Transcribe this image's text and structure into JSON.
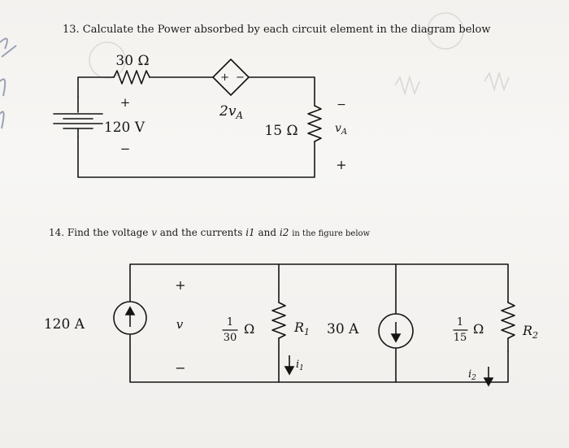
{
  "problem13": {
    "text": "13. Calculate the Power absorbed by each circuit element in the diagram below",
    "resistor_top": "30 Ω",
    "source_plus": "+",
    "source_minus": "−",
    "source_value": "120 V",
    "dependent_plus": "+",
    "dependent_minus": "−",
    "dependent_label": "2v",
    "dependent_sub": "A",
    "resistor_right": "15 Ω",
    "va_minus": "−",
    "va_plus": "+",
    "va_label": "v",
    "va_sub": "A"
  },
  "problem14": {
    "text_prefix": "14. Find the voltage",
    "text_v": "v",
    "text_mid": "and the currents",
    "text_i1": "i1",
    "text_and": "and",
    "text_i2": "i2",
    "text_suffix": "in the figure below",
    "source1_value": "120 A",
    "v_plus": "+",
    "v_label": "v",
    "v_minus": "−",
    "g1_num": "1",
    "g1_den": "30",
    "g1_unit": "Ω",
    "r1_label": "R",
    "r1_sub": "1",
    "source2_value": "30 A",
    "i1_label": "i",
    "i1_sub": "1",
    "g2_num": "1",
    "g2_den": "15",
    "g2_unit": "Ω",
    "i2_label": "i",
    "i2_sub": "2",
    "r2_label": "R",
    "r2_sub": "2"
  },
  "colors": {
    "ink": "#151515",
    "paper": "#f5f3f0"
  }
}
